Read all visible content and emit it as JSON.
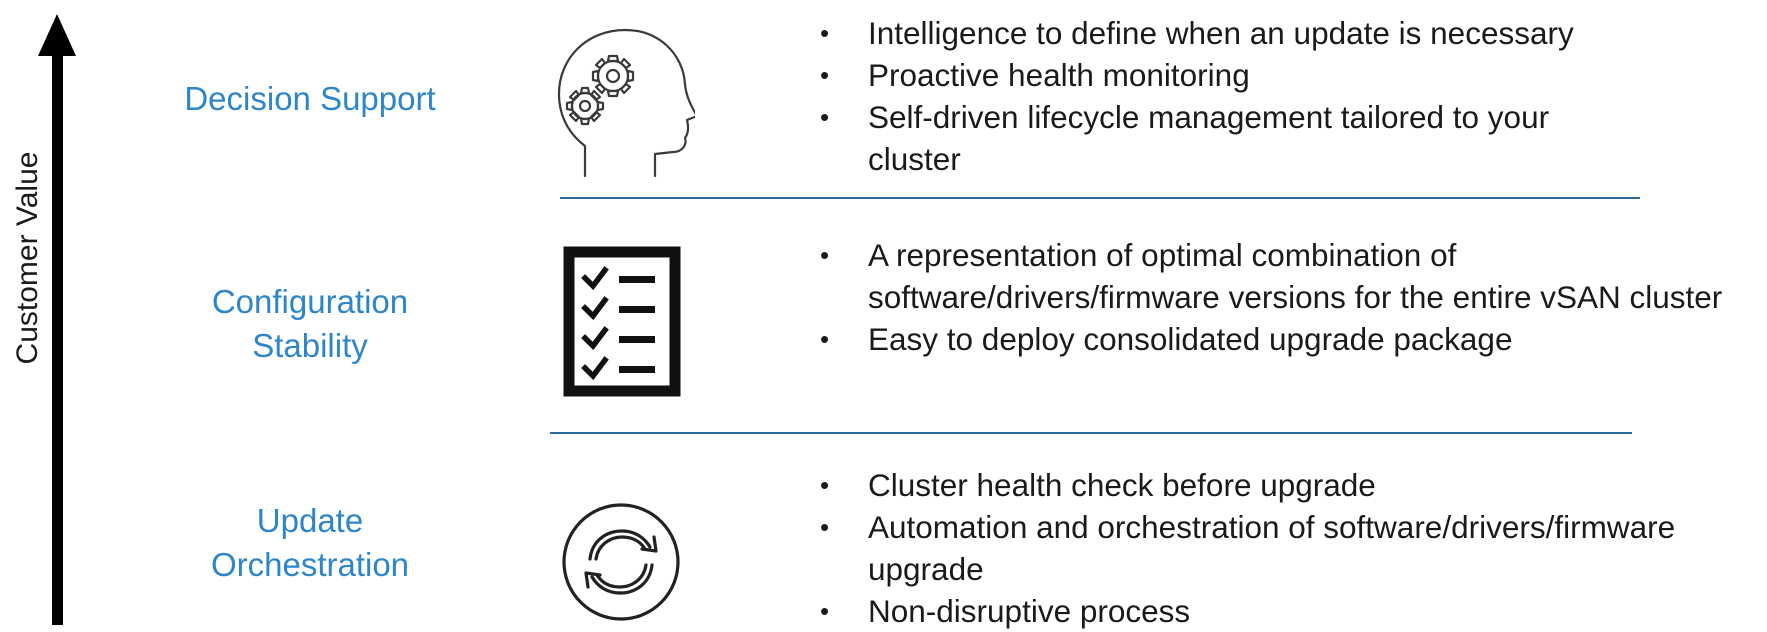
{
  "axis": {
    "label": "Customer Value"
  },
  "tiers": [
    {
      "label_lines": [
        "Decision Support"
      ],
      "icon": "head-gears-icon",
      "bullets": [
        "Intelligence to define when an update is necessary",
        "Proactive health monitoring",
        "Self-driven lifecycle management tailored to your cluster"
      ]
    },
    {
      "label_lines": [
        "Configuration",
        "Stability"
      ],
      "icon": "checklist-icon",
      "bullets": [
        "A representation of optimal combination of software/drivers/firmware versions for the entire vSAN cluster",
        "Easy to deploy consolidated upgrade package"
      ]
    },
    {
      "label_lines": [
        "Update",
        "Orchestration"
      ],
      "icon": "sync-arrows-icon",
      "bullets": [
        "Cluster health check before upgrade",
        "Automation and orchestration of software/drivers/firmware upgrade",
        "Non-disruptive process"
      ]
    }
  ],
  "colors": {
    "tier_label": "#2e86c8",
    "divider": "#2c6a9e",
    "axis": "#000000",
    "text": "#1a1a1a"
  }
}
